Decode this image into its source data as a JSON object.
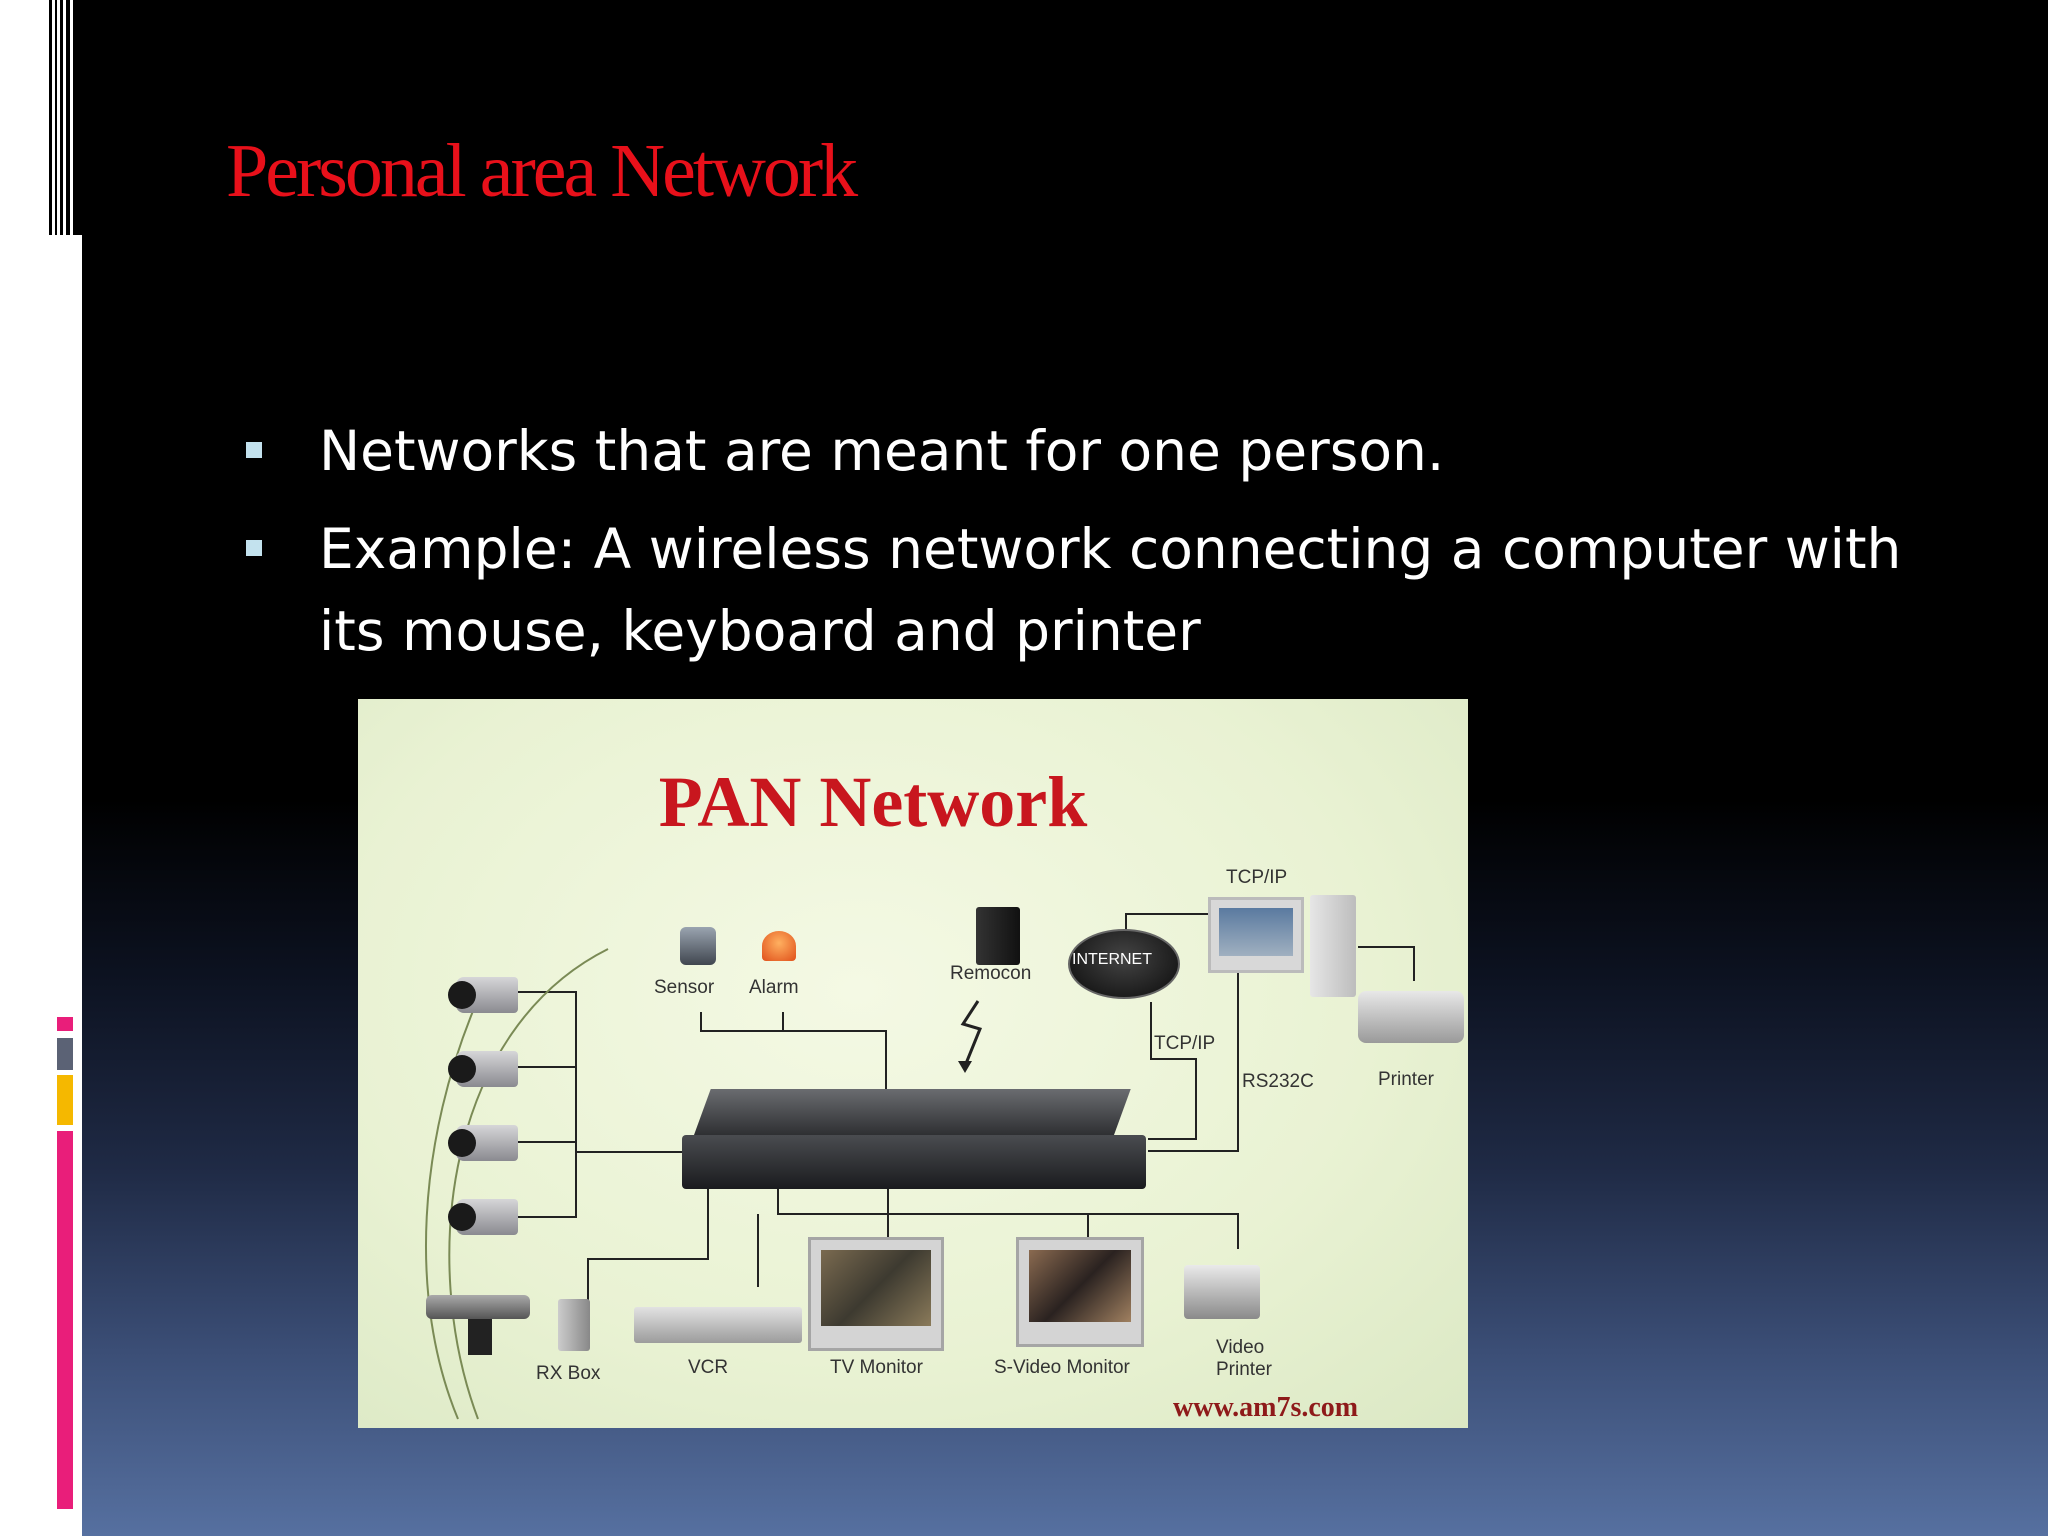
{
  "slide": {
    "title": "Personal area Network",
    "bullets": [
      "Networks that are meant for one person.",
      "Example: A wireless network connecting a computer with its mouse, keyboard and printer"
    ]
  },
  "figure": {
    "title": "PAN Network",
    "labels": {
      "tcpip_top": "TCP/IP",
      "sensor": "Sensor",
      "alarm": "Alarm",
      "remocon": "Remocon",
      "internet": "INTERNET",
      "tcpip_mid": "TCP/IP",
      "rs232c": "RS232C",
      "printer": "Printer",
      "rx_box": "RX Box",
      "vcr": "VCR",
      "tv_monitor": "TV Monitor",
      "svideo_monitor": "S-Video Monitor",
      "video_printer": "Video Printer"
    },
    "watermark": "www.am7s.com"
  },
  "colors": {
    "title_red": "#e8101a",
    "accent_pink": "#e91e7a",
    "accent_orange": "#f5b800",
    "accent_gray": "#5b6275"
  }
}
